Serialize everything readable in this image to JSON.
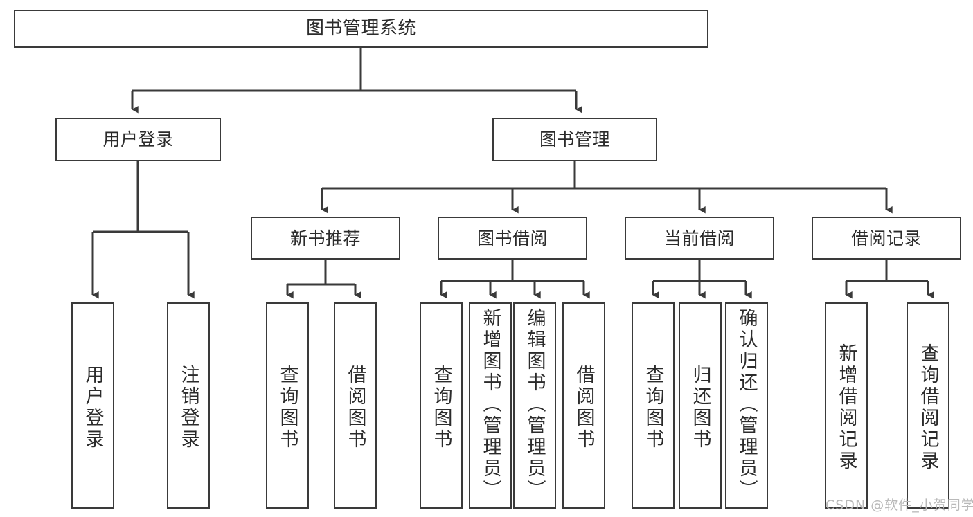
{
  "diagram": {
    "title_node": {
      "label": "图书管理系统"
    },
    "level2": [
      {
        "id": "user-login",
        "label": "用户登录"
      },
      {
        "id": "book-management",
        "label": "图书管理"
      }
    ],
    "level3": [
      {
        "id": "new-book-recommend",
        "label": "新书推荐"
      },
      {
        "id": "book-borrow",
        "label": "图书借阅"
      },
      {
        "id": "current-borrow",
        "label": "当前借阅"
      },
      {
        "id": "borrow-record",
        "label": "借阅记录"
      }
    ],
    "leaves": {
      "user_login": [
        {
          "id": "leaf-user-login",
          "label": "用户登录",
          "align": "mid"
        },
        {
          "id": "leaf-logout-login",
          "label": "注销登录",
          "align": "mid"
        }
      ],
      "new_book_recommend": [
        {
          "id": "leaf-query-book-1",
          "label": "查询图书",
          "align": "mid"
        },
        {
          "id": "leaf-borrow-book-1",
          "label": "借阅图书",
          "align": "mid"
        }
      ],
      "book_borrow": [
        {
          "id": "leaf-query-book-2",
          "label": "查询图书",
          "align": "mid"
        },
        {
          "id": "leaf-add-book-admin",
          "label": "新增图书（管理员）",
          "align": "top"
        },
        {
          "id": "leaf-edit-book-admin",
          "label": "编辑图书（管理员）",
          "align": "top"
        },
        {
          "id": "leaf-borrow-book-2",
          "label": "借阅图书",
          "align": "mid"
        }
      ],
      "current_borrow": [
        {
          "id": "leaf-query-book-3",
          "label": "查询图书",
          "align": "mid"
        },
        {
          "id": "leaf-return-book",
          "label": "归还图书",
          "align": "mid"
        },
        {
          "id": "leaf-confirm-return-admin",
          "label": "确认归还（管理员）",
          "align": "top"
        }
      ],
      "borrow_record": [
        {
          "id": "leaf-add-borrow-record",
          "label": "新增借阅记录",
          "align": "mid"
        },
        {
          "id": "leaf-query-borrow-record",
          "label": "查询借阅记录",
          "align": "mid"
        }
      ]
    },
    "watermark": "CSDN @软件_小贺同学",
    "colors": {
      "stroke": "#3a3a3a",
      "text": "#2b2b2b",
      "background": "#ffffff",
      "watermark": "#b9b9b9"
    }
  }
}
